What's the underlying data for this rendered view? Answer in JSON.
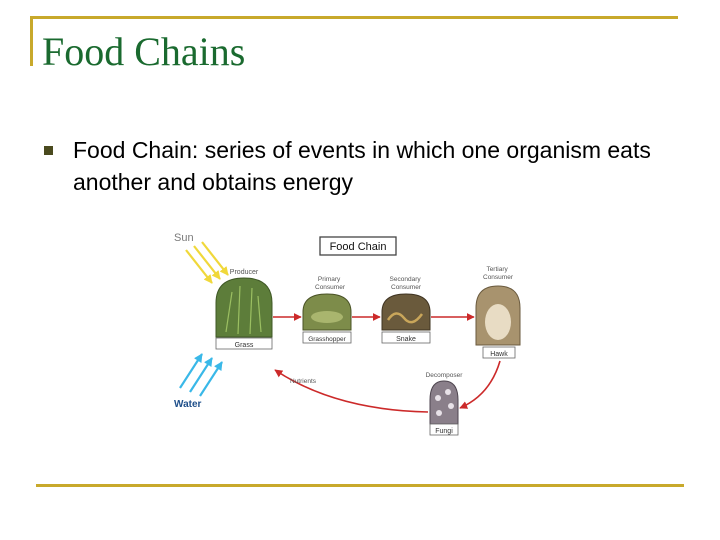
{
  "slide": {
    "title": "Food Chains",
    "bullet": {
      "text": "Food Chain: series of events in which one organism eats another and obtains energy"
    }
  },
  "diagram": {
    "title": "Food Chain",
    "sun_label": "Sun",
    "water_label": "Water",
    "roles": {
      "producer": "Producer",
      "primary": "Primary Consumer",
      "secondary": "Secondary Consumer",
      "tertiary": "Tertiary Consumer",
      "decomposer": "Decomposer"
    },
    "organisms": {
      "grass": "Grass",
      "grasshopper": "Grasshopper",
      "snake": "Snake",
      "hawk": "Hawk",
      "fungi": "Fungi"
    },
    "nutrients_label": "Nutrients",
    "colors": {
      "title": "#1a6a2f",
      "frame": "#c8a92b",
      "arrow": "#cc2a2a",
      "sun": "#f0d83a",
      "water": "#39b8e8"
    }
  }
}
